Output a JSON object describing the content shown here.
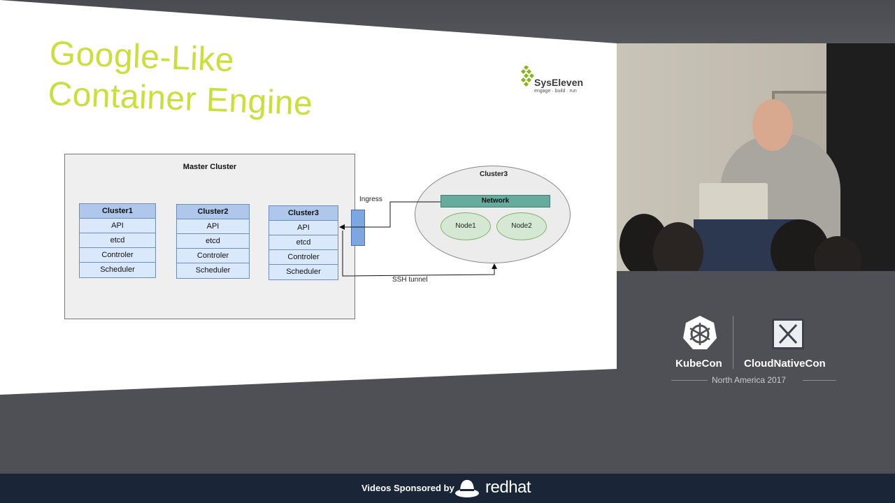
{
  "slide": {
    "title_line1": "Google-Like",
    "title_line2": "Container Engine",
    "logo_name": "SysEleven",
    "logo_tagline": "engage · build · run",
    "title_color": "#c8e03a"
  },
  "diagram": {
    "master_title": "Master Cluster",
    "clusters": [
      {
        "name": "Cluster1",
        "rows": [
          "API",
          "etcd",
          "Controler",
          "Scheduler"
        ]
      },
      {
        "name": "Cluster2",
        "rows": [
          "API",
          "etcd",
          "Controler",
          "Scheduler"
        ]
      },
      {
        "name": "Cluster3",
        "rows": [
          "API",
          "etcd",
          "Controler",
          "Scheduler"
        ]
      }
    ],
    "ingress_label": "Ingress",
    "ssh_label": "SSH tunnel",
    "remote_cluster_title": "Cluster3",
    "network_label": "Network",
    "nodes": [
      "Node1",
      "Node2"
    ]
  },
  "branding": {
    "kubecon": "KubeCon",
    "cloudnativecon": "CloudNativeCon",
    "event": "North America 2017"
  },
  "footer": {
    "sponsored_by": "Videos Sponsored by",
    "sponsor_name": "redhat"
  }
}
